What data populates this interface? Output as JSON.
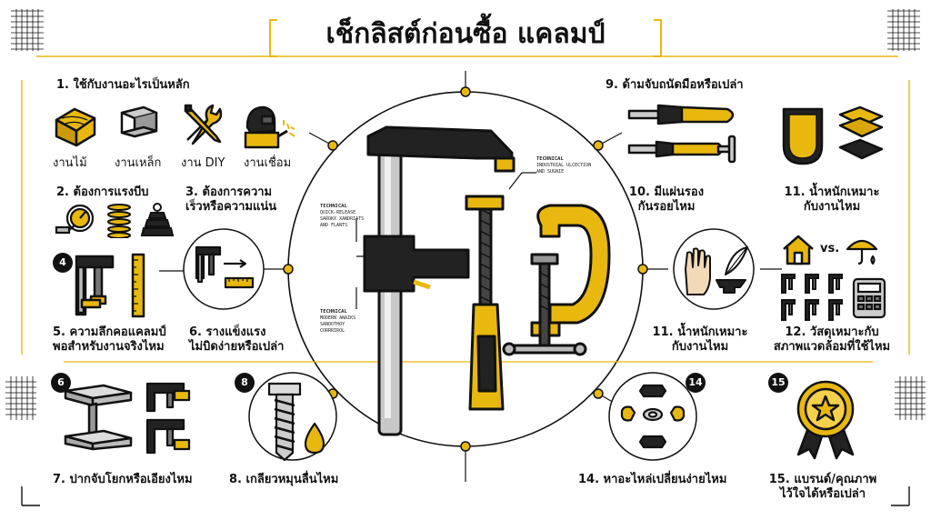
{
  "title": "เช็กลิสต์ก่อนซื้อ แคลมป์",
  "colors": {
    "accent": "#e8b80f",
    "ink": "#111111",
    "metal": "#a8a8a8"
  },
  "items": {
    "i1": "1. ใช้กับงานอะไรเป็นหลัก",
    "i1_captions": [
      "งานไม้",
      "งานเหล็ก",
      "งาน DIY",
      "งานเชื่อม"
    ],
    "i2": "2. ต้องการแรงบีบ",
    "i3_line1": "3. ต้องการความ",
    "i3_line2": "เร็วหรือความแน่น",
    "i4_badge": "4",
    "i5_line1": "5. ความลึกคอแคลมป์",
    "i5_line2": "พอสำหรับงานจริงไหม",
    "i6_line1": "6. รางแข็งแรง",
    "i6_line2": "ไม่บิดง่ายหรือเปล่า",
    "i6_badge": "6",
    "i7": "7. ปากจับโยกหรือเอียงไหม",
    "i8_badge": "8",
    "i8": "8. เกลียวหมุนลื่นไหม",
    "i9": "9. ด้ามจับถนัดมือหรือเปล่า",
    "i10_line1": "10. มีแผ่นรอง",
    "i10_line2": "กันรอยไหม",
    "i11a_line1": "11. น้ำหนักเหมาะ",
    "i11a_line2": "กับงานไหม",
    "i11b_line1": "11. น้ำหนักเหมาะ",
    "i11b_line2": "กับงานไหม",
    "i12_line1": "12. วัสดุเหมาะกับ",
    "i12_line2": "สภาพแวดล้อมที่ใช้ไหม",
    "vs": "vs.",
    "i14_badge": "14",
    "i14": "14. หาอะไหล่เปลี่ยนง่ายไหม",
    "i15_badge": "15",
    "i15_line1": "15. แบรนด์/คุณภาพ",
    "i15_line2": "ไว้ใจได้หรือเปล่า"
  },
  "technical": [
    {
      "head": "TECHNICAL",
      "lines": [
        "QUICK-RELEASE",
        "SAROKX XANDRIATS",
        "AND FLANTS"
      ]
    },
    {
      "head": "TECHNICAL",
      "lines": [
        "MODERN ANAIKS",
        "SANOOTHOY",
        "CORRRIROL"
      ]
    },
    {
      "head": "TECHNICAL",
      "lines": [
        "INDUSTRIAL ULCECTION",
        "AND SUGNIE"
      ]
    }
  ]
}
